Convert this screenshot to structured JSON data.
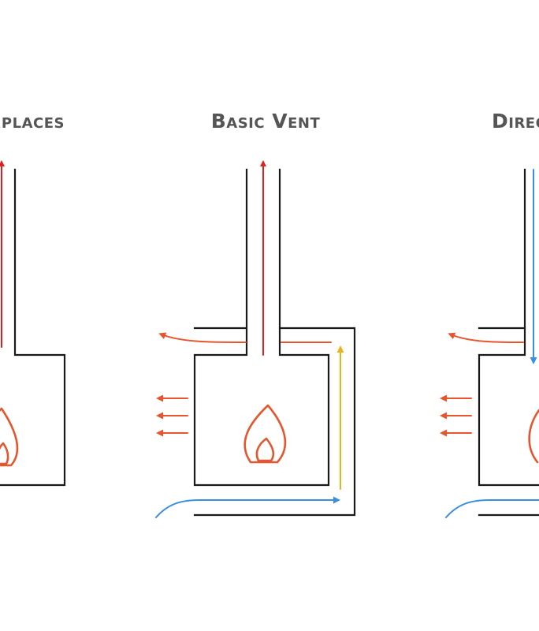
{
  "panels": [
    {
      "title": "Traditional Fireplaces"
    },
    {
      "title": "Basic Vent"
    },
    {
      "title": "Direct Vent"
    }
  ],
  "colors": {
    "hot_air": "#e8542c",
    "exhaust": "#e02020",
    "cool_air": "#3b8fe0",
    "vent_air": "#eab21b",
    "flame": "#e4572e",
    "walls": "#1a1a1a",
    "title_text": "#555555"
  }
}
